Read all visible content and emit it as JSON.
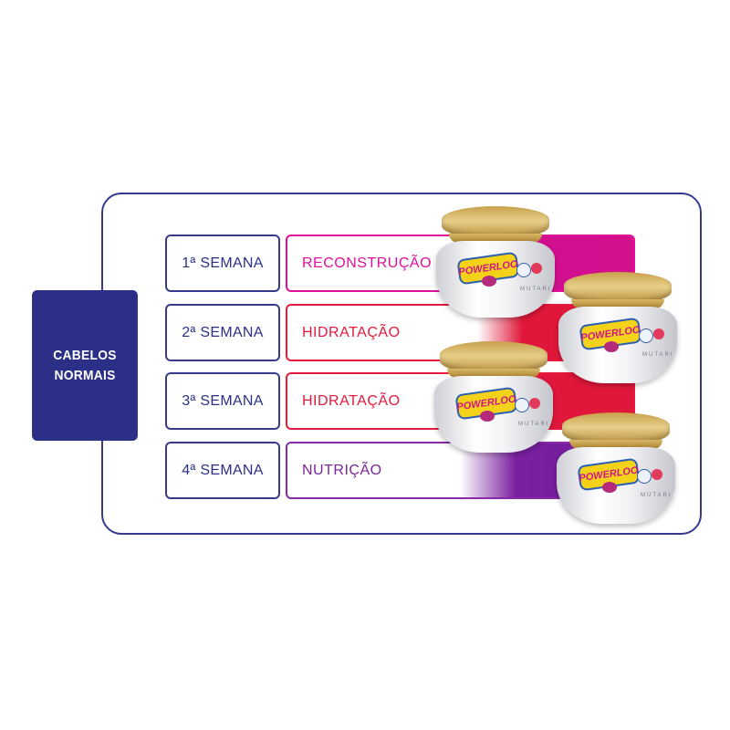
{
  "category": {
    "line1": "CABELOS",
    "line2": "NORMAIS"
  },
  "schedule": [
    {
      "week": "1ª SEMANA",
      "treatment": "RECONSTRUÇÃO"
    },
    {
      "week": "2ª SEMANA",
      "treatment": "HIDRATAÇÃO"
    },
    {
      "week": "3ª SEMANA",
      "treatment": "HIDRATAÇÃO"
    },
    {
      "week": "4ª SEMANA",
      "treatment": "NUTRIÇÃO"
    }
  ],
  "product": {
    "logo_text": "POWERLOO",
    "brand_small": "MUTARI"
  },
  "colors": {
    "navy": "#2b2f86",
    "reconstrucao": "#e0109a",
    "hidratacao": "#e61a3c",
    "nutricao": "#7b2596",
    "gold": "#c9a14c"
  }
}
